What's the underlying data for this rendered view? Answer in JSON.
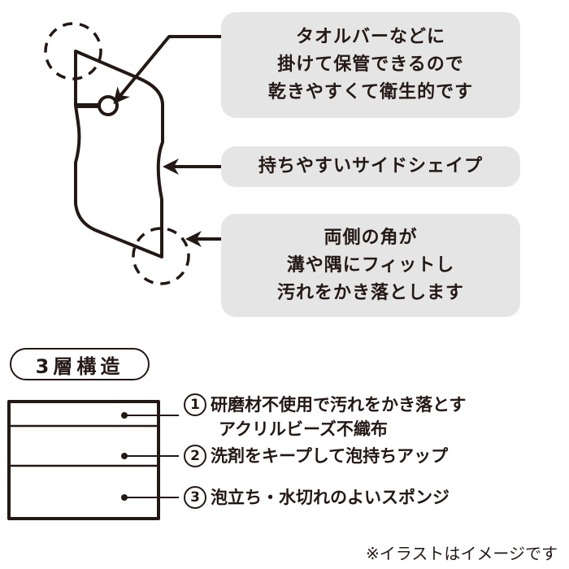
{
  "features": [
    {
      "lines": [
        "タオルバーなどに",
        "掛けて保管できるので",
        "乾きやすくて衛生的です"
      ]
    },
    {
      "lines": [
        "持ちやすいサイドシェイプ"
      ]
    },
    {
      "lines": [
        "両側の角が",
        "溝や隅にフィットし",
        "汚れをかき落とします"
      ]
    }
  ],
  "structure": {
    "title": "3層構造",
    "layers": [
      {
        "number": "1",
        "lines": [
          "研磨材不使用で汚れをかき落とす",
          "アクリルビーズ不織布"
        ]
      },
      {
        "number": "2",
        "lines": [
          "洗剤をキープして泡持ちアップ"
        ]
      },
      {
        "number": "3",
        "lines": [
          "泡立ち・水切れのよいスポンジ"
        ]
      }
    ]
  },
  "note": "※イラストはイメージです",
  "colors": {
    "ink": "#231815",
    "bubble": "#e5e5e5"
  }
}
